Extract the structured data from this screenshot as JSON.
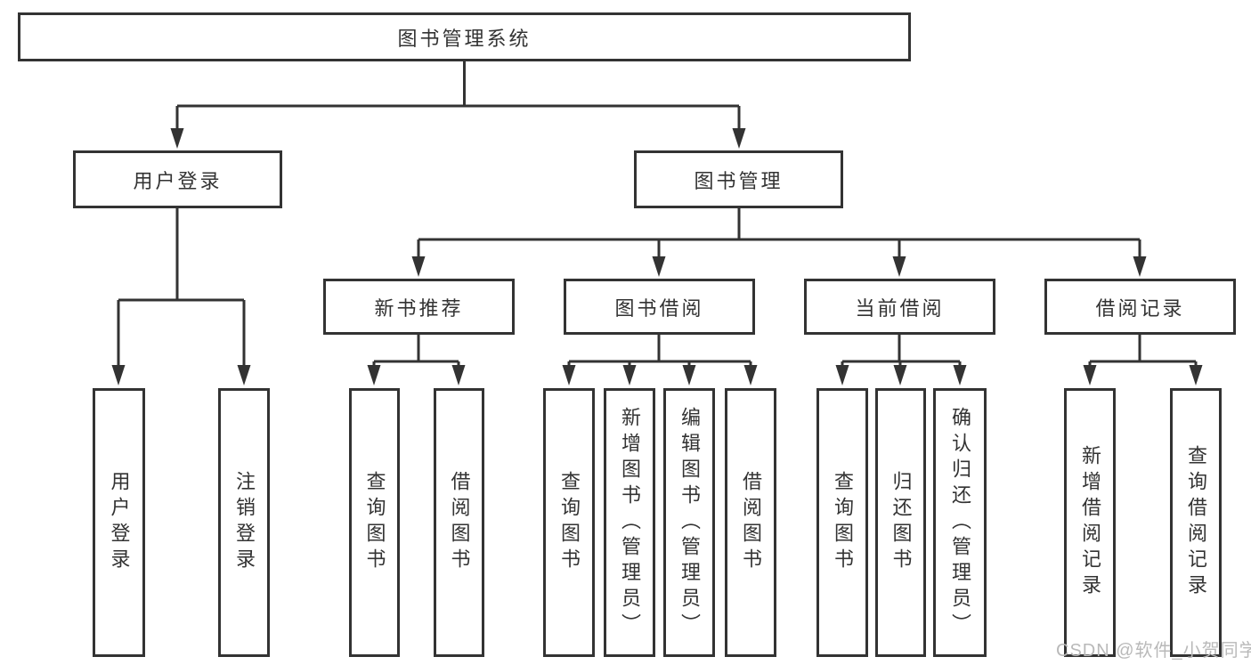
{
  "diagram_title": "图书管理系统",
  "nodes": {
    "root": {
      "label": "图书管理系统"
    },
    "level2": [
      {
        "label": "用户登录"
      },
      {
        "label": "图书管理"
      }
    ],
    "level3": [
      {
        "label": "新书推荐",
        "parent": "图书管理"
      },
      {
        "label": "图书借阅",
        "parent": "图书管理"
      },
      {
        "label": "当前借阅",
        "parent": "图书管理"
      },
      {
        "label": "借阅记录",
        "parent": "图书管理"
      }
    ],
    "leaves": [
      {
        "label": "用户登录",
        "parent": "用户登录"
      },
      {
        "label": "注销登录",
        "parent": "用户登录"
      },
      {
        "label": "查询图书",
        "parent": "新书推荐"
      },
      {
        "label": "借阅图书",
        "parent": "新书推荐"
      },
      {
        "label": "查询图书",
        "parent": "图书借阅"
      },
      {
        "label": "新增图书（管理员）",
        "parent": "图书借阅"
      },
      {
        "label": "编辑图书（管理员）",
        "parent": "图书借阅"
      },
      {
        "label": "借阅图书",
        "parent": "图书借阅"
      },
      {
        "label": "查询图书",
        "parent": "当前借阅"
      },
      {
        "label": "归还图书",
        "parent": "当前借阅"
      },
      {
        "label": "确认归还（管理员）",
        "parent": "当前借阅"
      },
      {
        "label": "新增借阅记录",
        "parent": "借阅记录"
      },
      {
        "label": "查询借阅记录",
        "parent": "借阅记录"
      }
    ]
  },
  "watermark": {
    "text": "CSDN @软件_小贺同学"
  },
  "colors": {
    "line": "#333333",
    "text": "#333333",
    "box_background": "#ffffff",
    "watermark": "#b9b9b9"
  }
}
